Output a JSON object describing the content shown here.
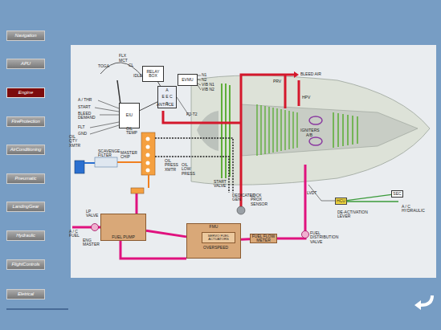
{
  "diagram": {
    "nodes": [
      {
        "text": [
          "Navigation"
        ]
      },
      {
        "text": [
          "APU"
        ]
      },
      {
        "text": [
          "Engine"
        ]
      },
      {
        "text": [
          "FireProtection"
        ]
      },
      {
        "text": [
          "AirConditioning"
        ]
      },
      {
        "text": [
          "Pneumatic"
        ]
      },
      {
        "text": [
          "LandingGear"
        ]
      },
      {
        "text": [
          "Hydraulic"
        ]
      },
      {
        "text": [
          "FlightControls"
        ]
      },
      {
        "text": [
          "Eletrical"
        ]
      },
      {
        "text": [
          "RELAY BOX"
        ]
      },
      {
        "text": [
          "A",
          "E E C",
          "B"
        ]
      },
      {
        "text": [
          "EIU"
        ]
      },
      {
        "text": [
          "EVMU"
        ]
      },
      {
        "text": [
          "FUEL PUMP"
        ]
      },
      {
        "text": [
          "FMU"
        ]
      },
      {
        "text": [
          "SERVO FUEL ACTUATORS"
        ],
        "in": 15
      },
      {
        "text": [
          "FUEL FLOW METER"
        ]
      },
      {
        "text": [
          "HCU"
        ]
      },
      {
        "text": [
          "SEC"
        ]
      }
    ],
    "edges": [
      {
        "from": 10,
        "to": 11,
        "arrow": "none"
      },
      {
        "from": 12,
        "to": 11,
        "arrow": "none"
      },
      {
        "from": 14,
        "to": 15,
        "arrow": "none"
      },
      {
        "from": 15,
        "to": 17,
        "arrow": "none"
      },
      {
        "from": 18,
        "to": 19,
        "arrow": "none"
      }
    ],
    "labels": [
      "FLX",
      "MCT",
      "TOGA",
      "CL",
      "IDLE",
      "A / THR",
      "START",
      "BLEED DEMAND",
      "FLT",
      "GND",
      "N1",
      "N2",
      "VIB N1",
      "VIB N2",
      "ANTI-ICE",
      "P2-T2",
      "BLEED AIR",
      "PRV",
      "HPV",
      "IGNITERS",
      "A/B",
      "OIL QTY XMTR",
      "OIL TEMP",
      "SCAVENGE FILTER",
      "MASTER CHIP",
      "OIL PRESS XMTR",
      "OIL LOW PRESS",
      "START VALVE",
      "DEDICATED GEN",
      "LOCK PROX SENSOR",
      "LVDT",
      "A / C HYDRAULIC",
      "DE-ACTIVATION LEVER",
      "LP VALVE",
      "A / C FUEL",
      "ENG MASTER",
      "FUEL DISTRIBUTION VALVE",
      "OVERSPEED"
    ]
  }
}
